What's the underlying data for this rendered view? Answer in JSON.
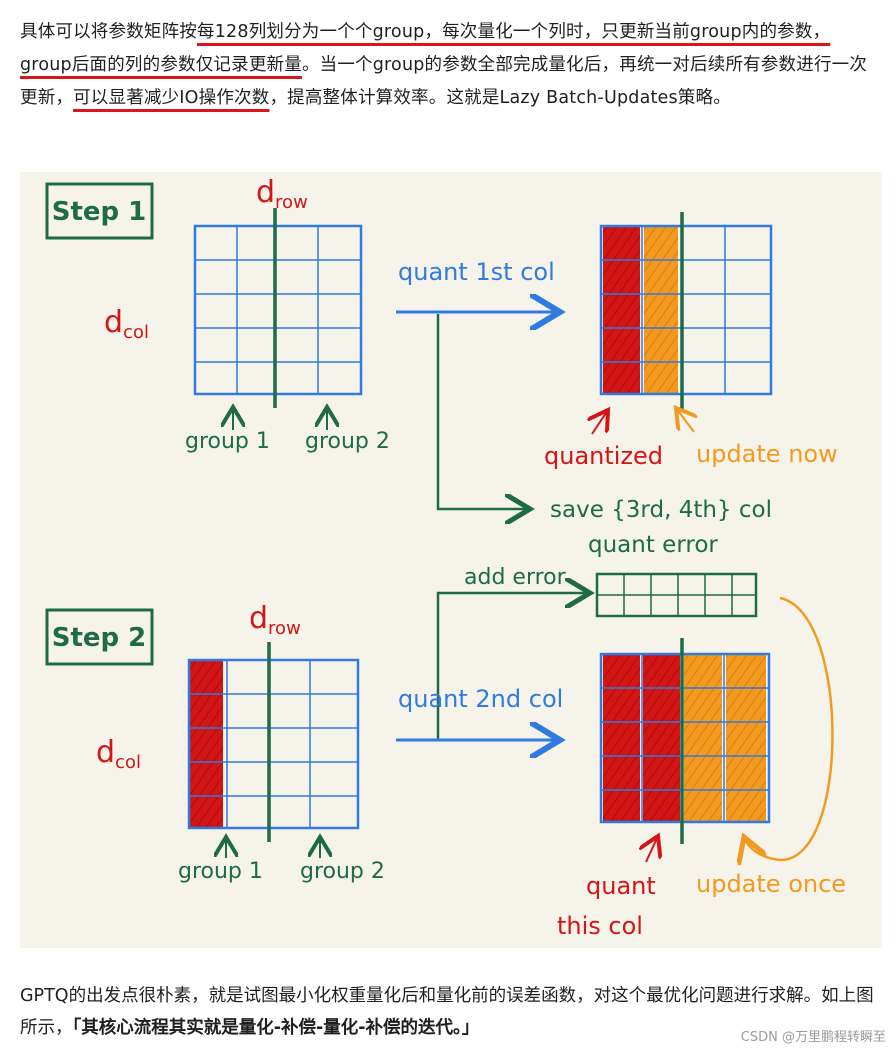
{
  "paragraph1": {
    "s1": "具体可以将参数矩阵按",
    "s2": "每128列划分为一个个group，每次量化一个列时，只更新当前group内的参数，group后面的列的参数仅记录更新量",
    "s3": "。当一个group的参数全部完成量化后，再统一对后续所有参数进行一次更新，",
    "s4": "可以显著减少IO操作次数",
    "s5": "，提高整体计算效率。这就是Lazy Batch-Updates策略。"
  },
  "figure": {
    "step1": {
      "title": "Step 1",
      "d_row": "d",
      "d_row_sub": "row",
      "d_col": "d",
      "d_col_sub": "col",
      "group1": "group 1",
      "group2": "group 2",
      "arrow_label": "quant 1st col",
      "quantized": "quantized",
      "update_now": "update now",
      "save_line1": "save {3rd, 4th} col",
      "save_line2": "quant error"
    },
    "step2": {
      "title": "Step 2",
      "d_row": "d",
      "d_row_sub": "row",
      "d_col": "d",
      "d_col_sub": "col",
      "group1": "group 1",
      "group2": "group 2",
      "add_error": "add error",
      "arrow_label": "quant 2nd col",
      "quant_this_line1": "quant",
      "quant_this_line2": "this col",
      "update_once": "update once"
    },
    "colors": {
      "background": "#f6f4ea",
      "grid_blue": "#2f7be0",
      "divider_green": "#1d6b48",
      "label_green": "#1d6b48",
      "red": "#d41515",
      "orange": "#f29a1f",
      "arrow_blue": "#2f7be0"
    }
  },
  "paragraph2": {
    "t1": "GPTQ的出发点很朴素，就是试图最小化权重量化后和量化前的误差函数，对这个最优化问题进行求解。如上图所示，",
    "t2": "「其核心流程其实就是量化-补偿-量化-补偿的迭代。」"
  },
  "watermark": "CSDN @万里鹏程转瞬至"
}
